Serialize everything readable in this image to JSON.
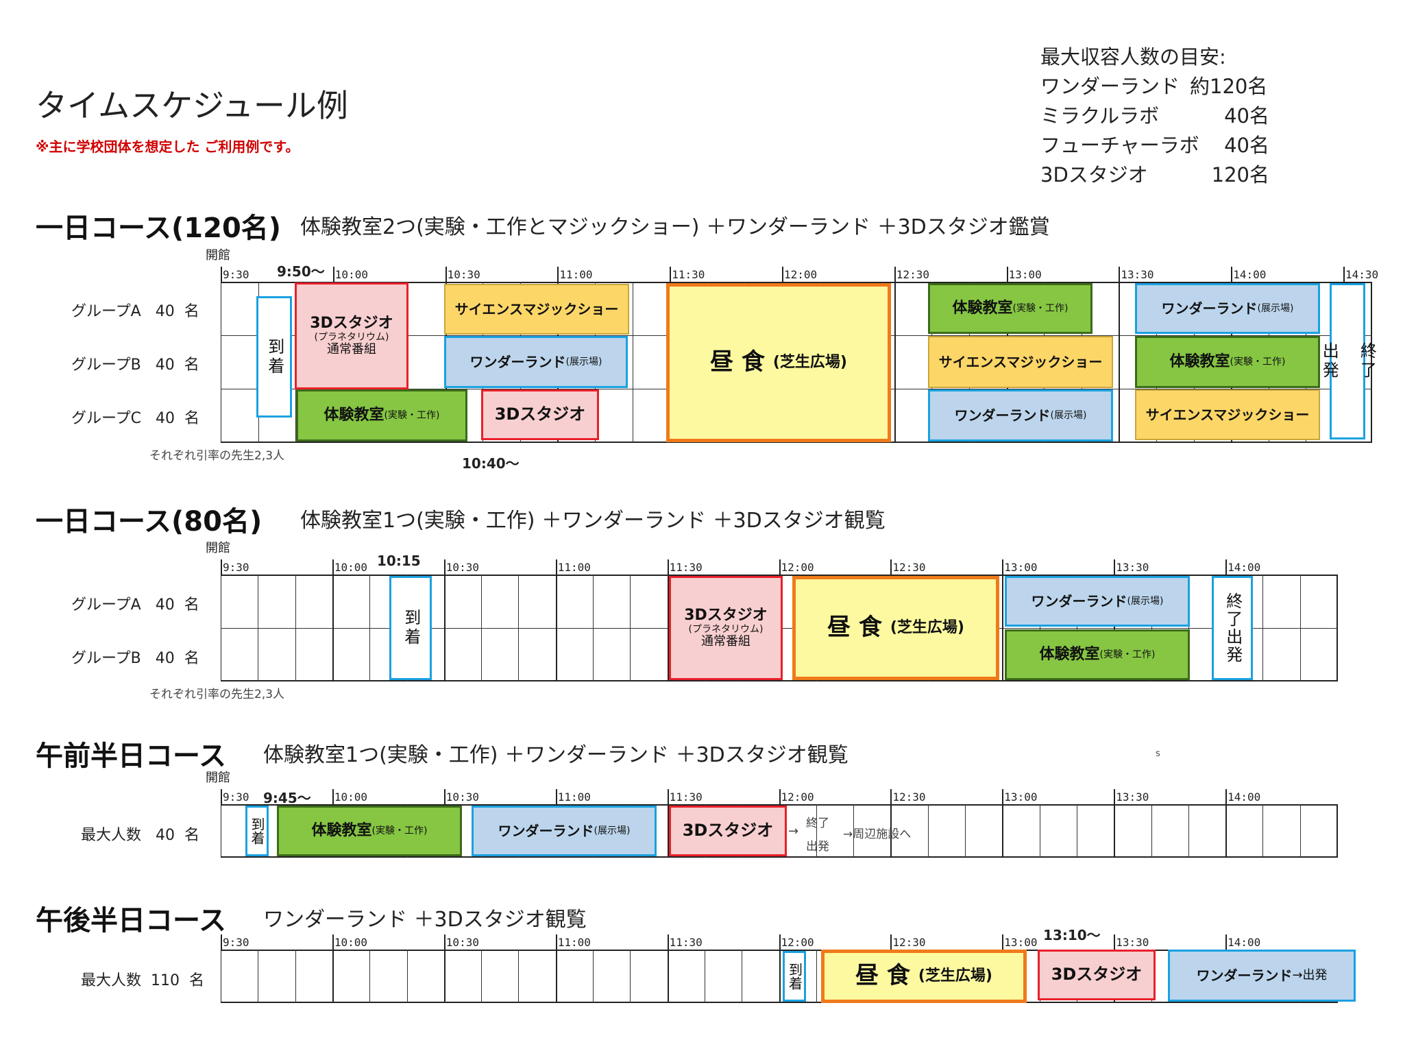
{
  "header": {
    "title": "タイムスケジュール例",
    "note": "※主に学校団体を想定した ご利用例です。"
  },
  "capacity": {
    "heading": "最大収容人数の目安:",
    "rows": [
      {
        "name": "ワンダーランド",
        "prefix": "約",
        "value": "120名"
      },
      {
        "name": "ミラクルラボ",
        "prefix": "",
        "value": "40名"
      },
      {
        "name": "フューチャーラボ",
        "prefix": "",
        "value": "40名"
      },
      {
        "name": "3Dスタジオ",
        "prefix": "",
        "value": "120名"
      }
    ]
  },
  "common": {
    "open": "開館",
    "teachers": "それぞれ引率の先生2,3人",
    "unit": "名"
  },
  "courses": [
    {
      "title": "一日コース(120名)",
      "desc": "体験教室2つ(実験・工作とマジックショー) ＋ワンダーランド ＋3Dスタジオ鑑賞",
      "times": [
        "9:30",
        "10:00",
        "10:30",
        "11:00",
        "11:30",
        "12:00",
        "12:30",
        "13:00",
        "13:30",
        "14:00",
        "14:30"
      ],
      "bold_times": [
        "9:50～",
        "10:40～"
      ],
      "rows": [
        {
          "label": "グループA",
          "num": "40"
        },
        {
          "label": "グループB",
          "num": "40"
        },
        {
          "label": "グループC",
          "num": "40"
        }
      ],
      "blocks": {
        "arrive": "到着",
        "studio_a": {
          "main": "3Dスタジオ",
          "sub": "(プラネタリウム)",
          "sub2": "通常番組"
        },
        "magic_a": "サイエンスマジックショー",
        "wonder_b": {
          "main": "ワンダーランド",
          "sub": "(展示場)"
        },
        "lab_c": {
          "main": "体験教室",
          "sub": "(実験・工作)"
        },
        "studio_c": "3Dスタジオ",
        "lunch": {
          "main": "昼 食",
          "sub": "(芝生広場)"
        },
        "lab_a": {
          "main": "体験教室",
          "sub": "(実験・工作)"
        },
        "magic_b": "サイエンスマジックショー",
        "wonder_c": {
          "main": "ワンダーランド",
          "sub": "(展示場)"
        },
        "wonder_a2": {
          "main": "ワンダーランド",
          "sub": "(展示場)"
        },
        "lab_b2": {
          "main": "体験教室",
          "sub": "(実験・工作)"
        },
        "magic_c2": "サイエンスマジックショー",
        "finish": {
          "a": "終了",
          "b": "出発"
        }
      }
    },
    {
      "title": "一日コース(80名)",
      "desc": "体験教室1つ(実験・工作) ＋ワンダーランド ＋3Dスタジオ観覧",
      "times": [
        "9:30",
        "10:00",
        "10:30",
        "11:00",
        "11:30",
        "12:00",
        "12:30",
        "13:00",
        "13:30",
        "14:00"
      ],
      "bold_times": [
        "10:15"
      ],
      "rows": [
        {
          "label": "グループA",
          "num": "40"
        },
        {
          "label": "グループB",
          "num": "40"
        }
      ],
      "blocks": {
        "arrive": "到着",
        "studio": {
          "main": "3Dスタジオ",
          "sub": "(プラネタリウム)",
          "sub2": "通常番組"
        },
        "lunch": {
          "main": "昼 食",
          "sub": "(芝生広場)"
        },
        "wonder": {
          "main": "ワンダーランド",
          "sub": "(展示場)"
        },
        "lab": {
          "main": "体験教室",
          "sub": "(実験・工作)"
        },
        "finish": "終了出発"
      }
    },
    {
      "title": "午前半日コース",
      "desc": "体験教室1つ(実験・工作) ＋ワンダーランド ＋3Dスタジオ観覧",
      "stray": "s",
      "times": [
        "9:30",
        "10:00",
        "10:30",
        "11:00",
        "11:30",
        "12:00",
        "12:30",
        "13:00",
        "13:30",
        "14:00"
      ],
      "bold_times": [
        "9:45～"
      ],
      "rows": [
        {
          "label": "最大人数",
          "num": "40"
        }
      ],
      "blocks": {
        "arrive": "到着",
        "lab": {
          "main": "体験教室",
          "sub": "(実験・工作)"
        },
        "wonder": {
          "main": "ワンダーランド",
          "sub": "(展示場)"
        },
        "studio": "3Dスタジオ",
        "finish_a": "→",
        "finish_b": "終了",
        "finish_c": "出発",
        "nearby": "→周辺施設へ"
      }
    },
    {
      "title": "午後半日コース",
      "desc": "ワンダーランド ＋3Dスタジオ観覧",
      "times": [
        "9:30",
        "10:00",
        "10:30",
        "11:00",
        "11:30",
        "12:00",
        "12:30",
        "13:00",
        "13:30",
        "14:00"
      ],
      "bold_times": [
        "13:10～"
      ],
      "rows": [
        {
          "label": "最大人数",
          "num": "110"
        }
      ],
      "blocks": {
        "arrive": "到着",
        "lunch": {
          "main": "昼 食",
          "sub": "(芝生広場)"
        },
        "studio": "3Dスタジオ",
        "wonder": {
          "main": "ワンダーランド",
          "sub": "→出発"
        }
      }
    }
  ],
  "colors": {
    "note_red": "#d00000",
    "studio_red": "#e8202a",
    "magic_yellow": "#fcd667",
    "wonder_blue": "#1aa1e0",
    "lab_green": "#86c643",
    "lunch_orange": "#f07a1a"
  }
}
